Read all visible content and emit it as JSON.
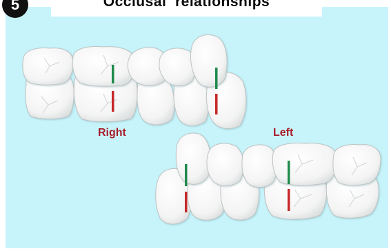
{
  "header": {
    "step_number": "5",
    "title": "Occlusal  relationships"
  },
  "labels": {
    "right": "Right",
    "left": "Left"
  },
  "colors": {
    "background": "#c7f4fb",
    "tooth_fill": "#ffffff",
    "upper_marker": "#1f8a4c",
    "lower_marker": "#c62828",
    "label_text": "#a31c2a"
  }
}
